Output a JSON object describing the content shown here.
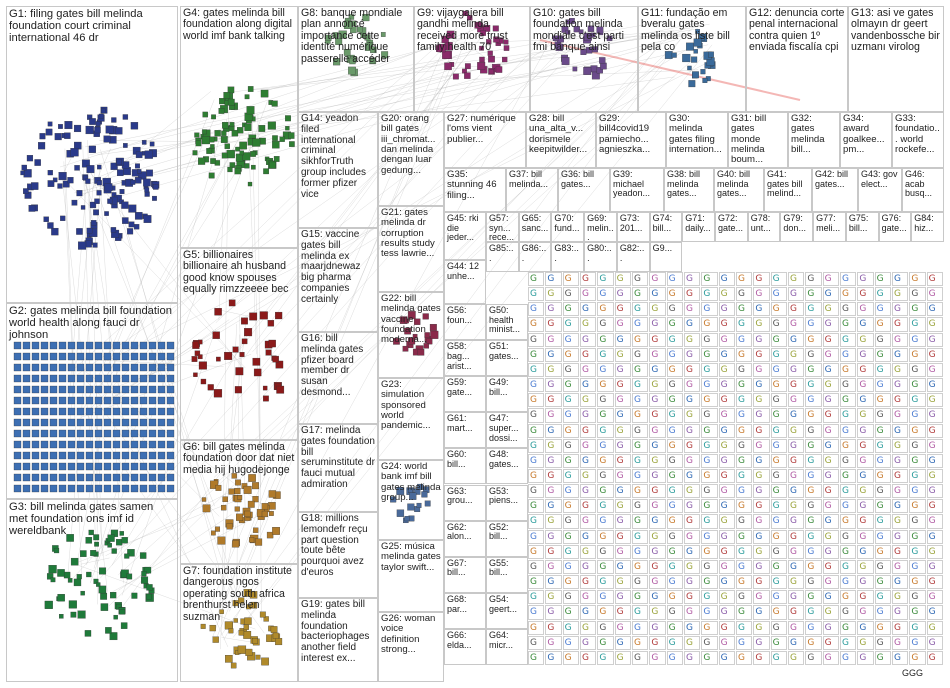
{
  "groups": [
    {
      "id": "G1",
      "label": "G1: filing gates bill melinda foundation court criminal international 46 dr"
    },
    {
      "id": "G2",
      "label": "G2: gates melinda bill foundation world health along fauci dr johnson"
    },
    {
      "id": "G3",
      "label": "G3: bill melinda gates samen met foundation ons imf id wereldbank"
    },
    {
      "id": "G4",
      "label": "G4: gates melinda bill foundation along digital world imf bank talking"
    },
    {
      "id": "G5",
      "label": "G5: billionaires billionaire ah husband good know spouses equally rimzzeeee bec"
    },
    {
      "id": "G6",
      "label": "G6: bill gates melinda foundation door dat niet media hij hugodejonge"
    },
    {
      "id": "G7",
      "label": "G7: foundation institute dangerous ngos operating south africa brenthurst helen suzman"
    },
    {
      "id": "G8",
      "label": "G8: banque mondiale plan annoncé importance cette identité numérique passerelle accéder"
    },
    {
      "id": "G9",
      "label": "G9: vijaygajera bill gandhi melinda received more trust family health 70"
    },
    {
      "id": "G10",
      "label": "G10: gates bill foundation melinda mondiale c'est parti fmi banque ainsi"
    },
    {
      "id": "G11",
      "label": "G11: fundação em bveralu gates melinda os liste bill pela co"
    },
    {
      "id": "G12",
      "label": "G12: denuncia corte penal internacional contra quien 1º enviada fiscalía cpi"
    },
    {
      "id": "G13",
      "label": "G13: asi ve gates olmayın dr geert vandenbossche bir uzmanı virolog"
    },
    {
      "id": "G14",
      "label": "G14: yeadon filed international criminal sikhforTruth group includes former pfizer vice"
    },
    {
      "id": "G15",
      "label": "G15: vaccine gates bill melinda ex maarjdnewaz big pharma companies certainly"
    },
    {
      "id": "G16",
      "label": "G16: bill melinda gates pfizer board member dr susan desmond..."
    },
    {
      "id": "G17",
      "label": "G17: melinda gates foundation bill seruminstitute dr fauci mutual admiration"
    },
    {
      "id": "G18",
      "label": "G18: millions lemondefr reçu part question toute bête pourquoi avez d'euros"
    },
    {
      "id": "G19",
      "label": "G19: gates bill melinda foundation bacteriophages another field interest ex..."
    },
    {
      "id": "G20",
      "label": "G20: orang bill gates iii_chromat... dan melinda dengan luar gedung..."
    },
    {
      "id": "G21",
      "label": "G21: gates melinda dr corruption results study tess lawrie..."
    },
    {
      "id": "G22",
      "label": "G22: bill melinda gates vaccine foundation moderna..."
    },
    {
      "id": "G23",
      "label": "G23: simulation sponsored world pandemic..."
    },
    {
      "id": "G24",
      "label": "G24: world bank imf bill gates melinda group..."
    },
    {
      "id": "G25",
      "label": "G25: música melinda gates taylor swift..."
    },
    {
      "id": "G26",
      "label": "G26: woman voice definition strong..."
    },
    {
      "id": "G27",
      "label": "G27: numérique l'oms vient publier..."
    },
    {
      "id": "G28",
      "label": "G28: bill una_alta_v... dorismele keepitwilder..."
    },
    {
      "id": "G29",
      "label": "G29: bill4covid19 pamiecho... agnieszka..."
    },
    {
      "id": "G30",
      "label": "G30: melinda gates filing internation..."
    },
    {
      "id": "G31",
      "label": "G31: bill gates monde melinda boum..."
    },
    {
      "id": "G32",
      "label": "G32: gates melinda bill..."
    },
    {
      "id": "G33",
      "label": "G33: foundatio... world rockefe..."
    },
    {
      "id": "G34",
      "label": "G34: award goalkee... pm..."
    },
    {
      "id": "G35",
      "label": "G35: stunning 46 filing..."
    },
    {
      "id": "G36",
      "label": "G36: bill gates..."
    },
    {
      "id": "G37",
      "label": "G37: bill melinda..."
    },
    {
      "id": "G38",
      "label": "G38: bill melinda gates..."
    },
    {
      "id": "G39",
      "label": "G39: michael yeadon..."
    },
    {
      "id": "G40",
      "label": "G40: bill melinda gates..."
    },
    {
      "id": "G41",
      "label": "G41: gates bill melind..."
    },
    {
      "id": "G42",
      "label": "G42: bill gates..."
    },
    {
      "id": "G43",
      "label": "G43: gov elect..."
    },
    {
      "id": "G44",
      "label": "G44: 12 unhe..."
    },
    {
      "id": "G45",
      "label": "G45: rki die jeder..."
    },
    {
      "id": "G46",
      "label": "G46: acab busq..."
    }
  ],
  "small_group_labels": [
    "G57: syn... rece...",
    "G65: sanc...",
    "G70: fund...",
    "G69: melin...",
    "G73: 201...",
    "G74: bill...",
    "G71: daily...",
    "G72: gate...",
    "G78: unt...",
    "G79: don...",
    "G77: meli...",
    "G75: bill...",
    "G76: gate...",
    "G84: hiz...",
    "G85:...",
    "G86:...",
    "G83:...",
    "G80:...",
    "G82:...",
    "G9..."
  ],
  "mini_labels": [
    "G56: foun...",
    "G50: health minist...",
    "G58: bag... arist...",
    "G51: gates...",
    "G59: gate...",
    "G49: bill...",
    "G61: mart...",
    "G47: super... dossi...",
    "G60: bill...",
    "G48: gates...",
    "G63: grou...",
    "G53: piens...",
    "G62: alon...",
    "G52: bill...",
    "G67: bill...",
    "G55: bill...",
    "G68: par...",
    "G54: geert...",
    "G66: elda...",
    "G64: micr..."
  ],
  "grid_glyph": "G",
  "bottom_right_text": "GGG",
  "colors": {
    "edge": "#9a9a9a",
    "red_edge": "#e0302c",
    "background": "#ffffff",
    "border": "#c8c8c8"
  }
}
